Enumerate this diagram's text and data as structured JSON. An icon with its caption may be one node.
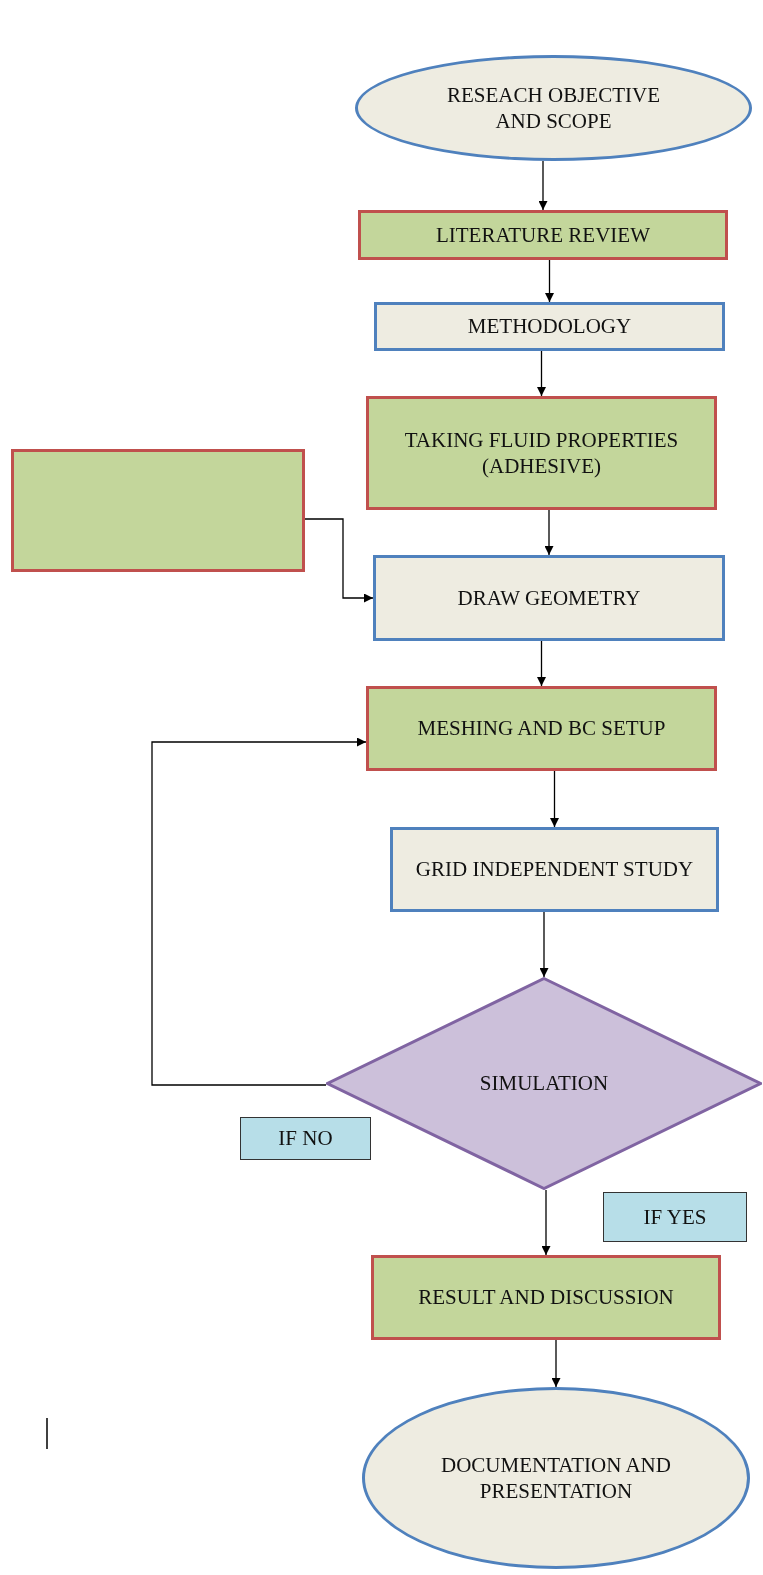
{
  "diagram": {
    "nodes": [
      {
        "text": [
          "RESEACH OBJECTIVE AND SCOPE"
        ]
      },
      {
        "text": [
          "LITERATURE REVIEW"
        ]
      },
      {
        "text": [
          "METHODOLOGY"
        ]
      },
      {
        "text": [
          "TAKING FLUID PROPERTIES (ADHESIVE)"
        ]
      },
      {
        "text": [],
        "shape": "box"
      },
      {
        "text": [
          "DRAW GEOMETRY"
        ]
      },
      {
        "text": [
          "MESHING AND BC SETUP"
        ]
      },
      {
        "text": [
          "GRID INDEPENDENT STUDY"
        ]
      },
      {
        "text": [
          "SIMULATION"
        ]
      },
      {
        "text": [
          "RESULT AND DISCUSSION"
        ]
      },
      {
        "text": [
          "DOCUMENTATION AND PRESENTATION"
        ]
      },
      {
        "text": [
          "IF NO"
        ]
      },
      {
        "text": [
          "IF YES"
        ]
      }
    ],
    "edges": [
      {
        "from": 0,
        "to": 1,
        "arrow": "to"
      },
      {
        "from": 1,
        "to": 2,
        "arrow": "to"
      },
      {
        "from": 2,
        "to": 3,
        "arrow": "to"
      },
      {
        "from": 3,
        "to": 5,
        "arrow": "to"
      },
      {
        "from": 4,
        "to": 5,
        "arrow": "to"
      },
      {
        "from": 5,
        "to": 6,
        "arrow": "to"
      },
      {
        "from": 6,
        "to": 7,
        "arrow": "to"
      },
      {
        "from": 7,
        "to": 8,
        "arrow": "to"
      },
      {
        "from": 8,
        "to": 6,
        "arrow": "to"
      },
      {
        "from": 8,
        "to": 9,
        "arrow": "to"
      },
      {
        "from": 9,
        "to": 10,
        "arrow": "to"
      }
    ]
  }
}
